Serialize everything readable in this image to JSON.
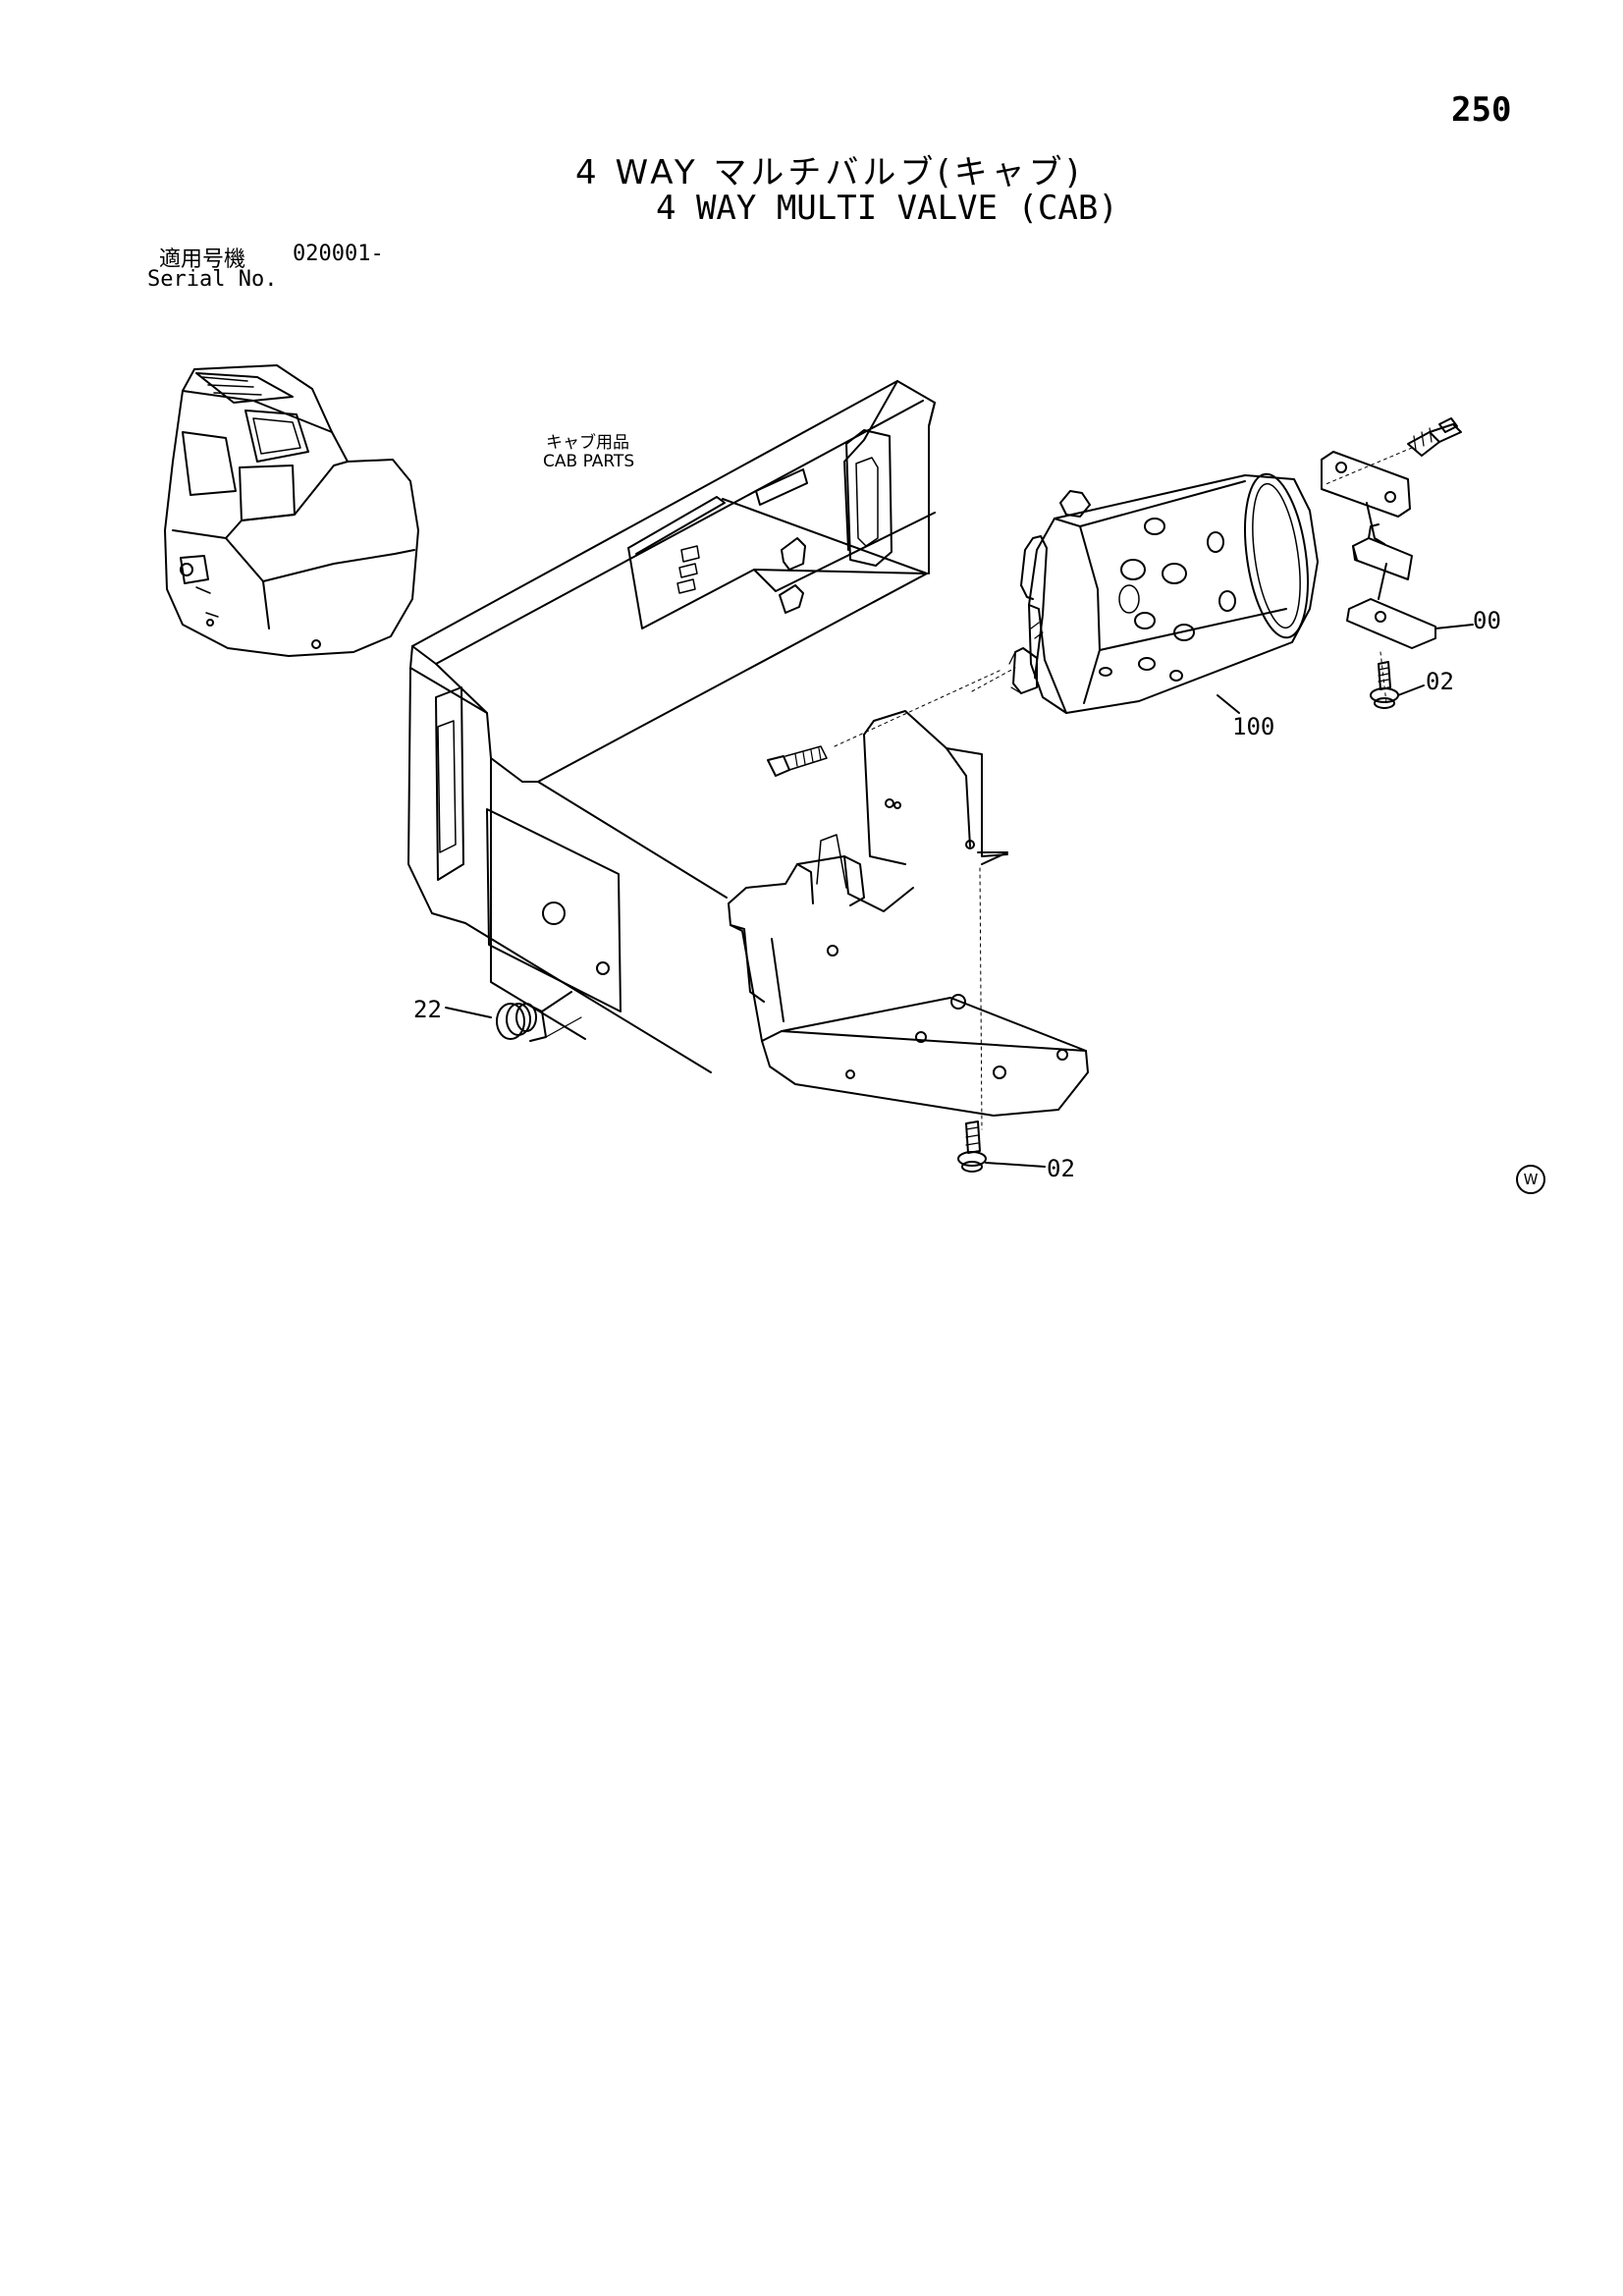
{
  "page_number": "250",
  "title": {
    "japanese": "4 WAY マルチバルブ(キャブ)",
    "english": "4 WAY MULTI VALVE (CAB)"
  },
  "serial": {
    "label_jp": "適用号機",
    "value": "020001-",
    "label_en": "Serial No."
  },
  "cab_parts": {
    "label_jp": "キャブ用品",
    "label_en": "CAB PARTS"
  },
  "callouts": {
    "c00": "00",
    "c02_upper": "02",
    "c100": "100",
    "c22": "22",
    "c02_lower": "02"
  },
  "watermark": "W"
}
